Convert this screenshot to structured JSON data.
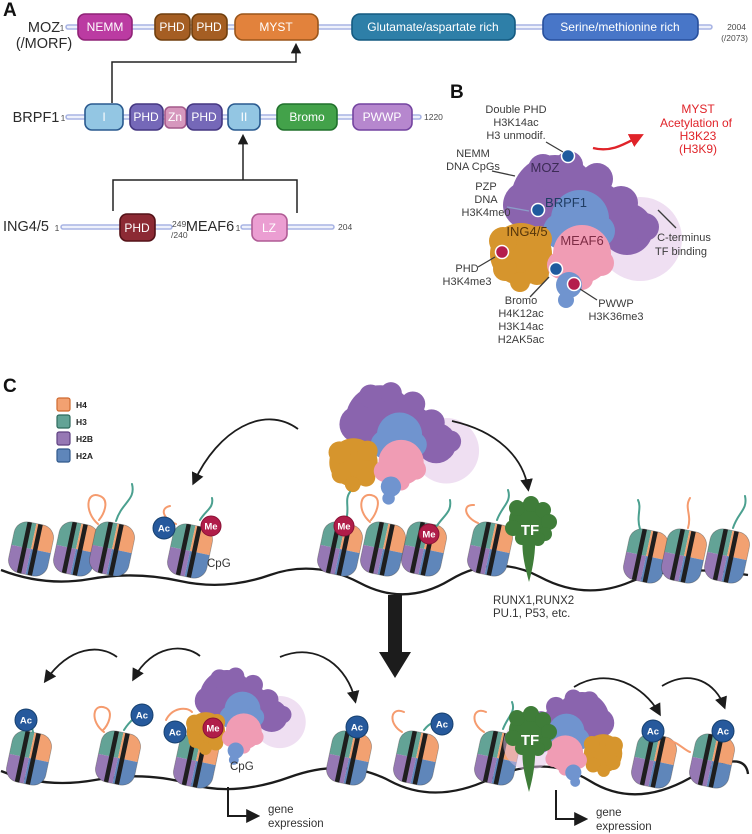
{
  "colors": {
    "accent_red": "#e02329",
    "ac_blue": "#26599c",
    "me_crimson": "#b01d49",
    "tf_green": "#3f7d39",
    "dna_black": "#1c1c1c",
    "backbone": "#a8b4e4",
    "domain_nemm": "#bb3ba2",
    "domain_phd_brown": "#a55e23",
    "domain_myst": "#e2823c",
    "domain_glu": "#2e7fa8",
    "domain_ser": "#4876c8",
    "domain_I_II": "#93c6e3",
    "domain_phd_purple": "#7568b8",
    "domain_zn": "#d697bd",
    "domain_bromo": "#43a24a",
    "domain_pwwp": "#b687ce",
    "domain_ing_phd": "#8c2a34",
    "domain_lz": "#eb9ed2",
    "blob_moz": "#8a64ae",
    "blob_brpf1": "#7094cf",
    "blob_ing": "#d6952d",
    "blob_meaf6": "#f09cb4"
  },
  "panel_a": {
    "label": "A",
    "rows": {
      "moz": {
        "name_line1": "MOZ",
        "name_line2": "(/MORF)",
        "start": "1",
        "end": "2004",
        "end_alt": "(/2073)",
        "domains": [
          {
            "label": "NEMM"
          },
          {
            "label": "PHD"
          },
          {
            "label": "PHD"
          },
          {
            "label": "MYST"
          },
          {
            "label": "Glutamate/aspartate rich"
          },
          {
            "label": "Serine/methionine rich"
          }
        ]
      },
      "brpf1": {
        "name": "BRPF1",
        "start": "1",
        "end": "1220",
        "domains": [
          {
            "label": "I"
          },
          {
            "label": "PHD"
          },
          {
            "label": "Zn"
          },
          {
            "label": "PHD"
          },
          {
            "label": "II"
          },
          {
            "label": "Bromo"
          },
          {
            "label": "PWWP"
          }
        ]
      },
      "ing45": {
        "name": "ING4/5",
        "start": "1",
        "end": "249",
        "end_alt": "/240",
        "domains": [
          {
            "label": "PHD"
          }
        ]
      },
      "meaf6": {
        "name": "MEAF6",
        "start": "1",
        "end": "204",
        "domains": [
          {
            "label": "LZ"
          }
        ]
      }
    }
  },
  "panel_b": {
    "label": "B",
    "blobs": {
      "moz": "MOZ",
      "brpf1": "BRPF1",
      "ing45": "ING4/5",
      "meaf6": "MEAF6"
    },
    "annotations": {
      "double_phd": [
        "Double PHD",
        "H3K14ac",
        "H3 unmodif."
      ],
      "nemm": [
        "NEMM",
        "DNA CpGs"
      ],
      "pzp": [
        "PZP",
        "DNA",
        "H3K4me0"
      ],
      "phd": [
        "PHD",
        "H3K4me3"
      ],
      "bromo": [
        "Bromo",
        "H4K12ac",
        "H3K14ac",
        "H2AK5ac"
      ],
      "pwwp": [
        "PWWP",
        "H3K36me3"
      ],
      "c_terminus": [
        "C-terminus",
        "TF binding"
      ],
      "myst": [
        "MYST",
        "Acetylation of",
        "H3K23",
        "(H3K9)"
      ]
    }
  },
  "panel_c": {
    "label": "C",
    "legend": [
      {
        "label": "H4",
        "color": "#f2a171"
      },
      {
        "label": "H3",
        "color": "#63a396"
      },
      {
        "label": "H2B",
        "color": "#9678b4"
      },
      {
        "label": "H2A",
        "color": "#5f86ba"
      }
    ],
    "badges": {
      "ac": "Ac",
      "me": "Me"
    },
    "cpg": "CpG",
    "tf": "TF",
    "tf_examples": [
      "RUNX1,RUNX2",
      "PU.1, P53, etc."
    ],
    "gene_expression": [
      "gene",
      "expression"
    ]
  }
}
